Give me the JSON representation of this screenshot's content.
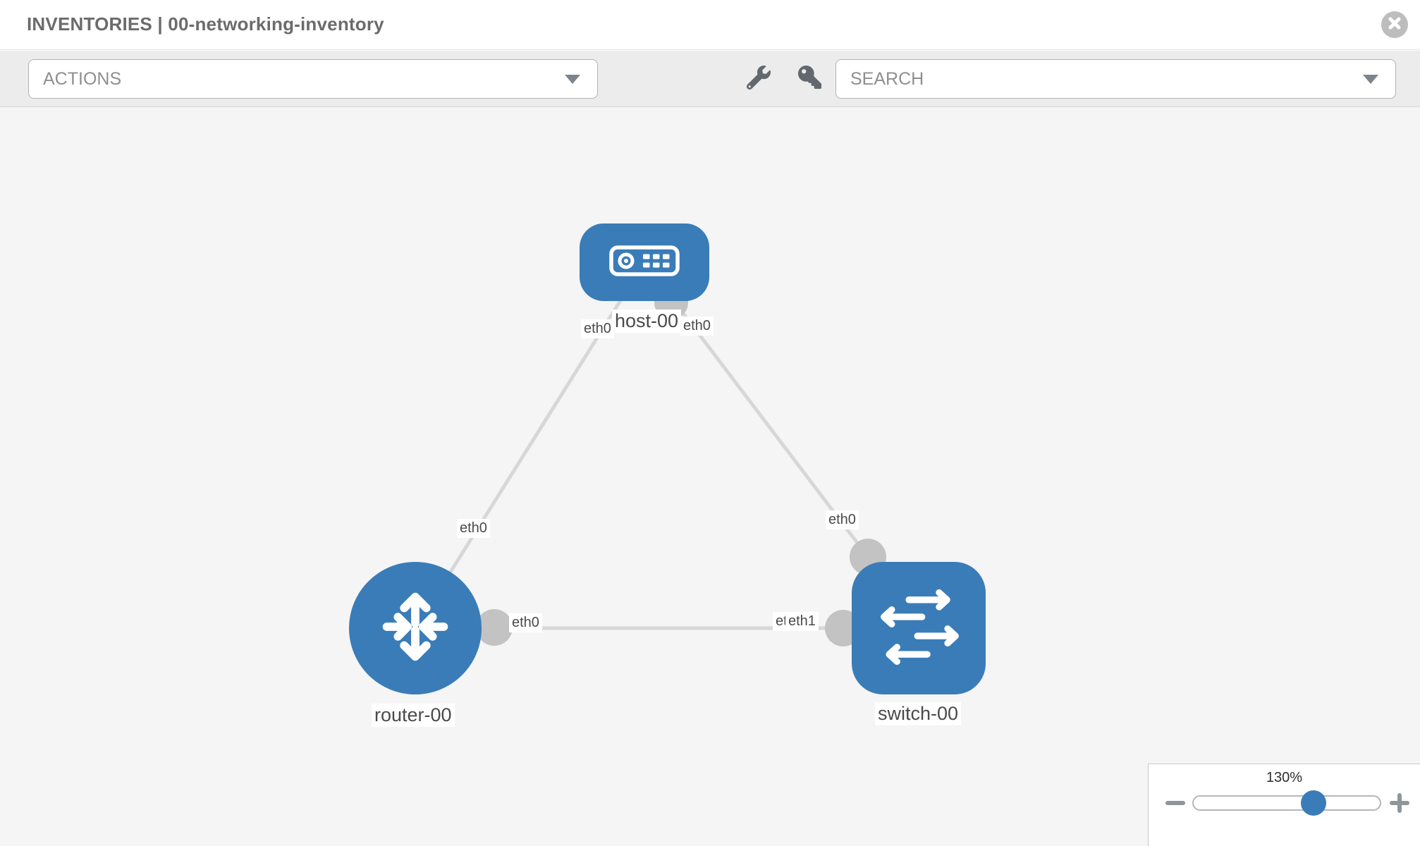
{
  "view": {
    "title": "INVENTORIES | 00-networking-inventory"
  },
  "toolbar": {
    "actions_label": "ACTIONS",
    "search_label": "SEARCH"
  },
  "icons": {
    "close": "close-icon",
    "wrench": "wrench-icon",
    "key": "key-icon",
    "caret_down": "caret-down-icon",
    "zoom_out": "minus-icon",
    "zoom_in": "plus-icon"
  },
  "topology": {
    "nodes": [
      {
        "id": "host-00",
        "type": "host",
        "label": "host-00"
      },
      {
        "id": "router-00",
        "type": "router",
        "label": "router-00"
      },
      {
        "id": "switch-00",
        "type": "switch",
        "label": "switch-00"
      }
    ],
    "links": [
      {
        "source": "host-00",
        "target": "router-00",
        "source_interface": "eth0",
        "target_interface": "eth0"
      },
      {
        "source": "host-00",
        "target": "switch-00",
        "source_interface": "eth0",
        "target_interface": "eth0"
      },
      {
        "source": "router-00",
        "target": "switch-00",
        "source_interface": "eth0",
        "target_interfaces": [
          "eth0",
          "eth1"
        ]
      }
    ]
  },
  "zoom_control": {
    "level": "130%"
  },
  "colors": {
    "node_blue": "#3a7cb8",
    "link_gray": "#d7d7d7",
    "connector_gray": "#c3c3c3",
    "canvas_bg": "#f5f5f5",
    "toolbar_bg": "#ececec"
  }
}
